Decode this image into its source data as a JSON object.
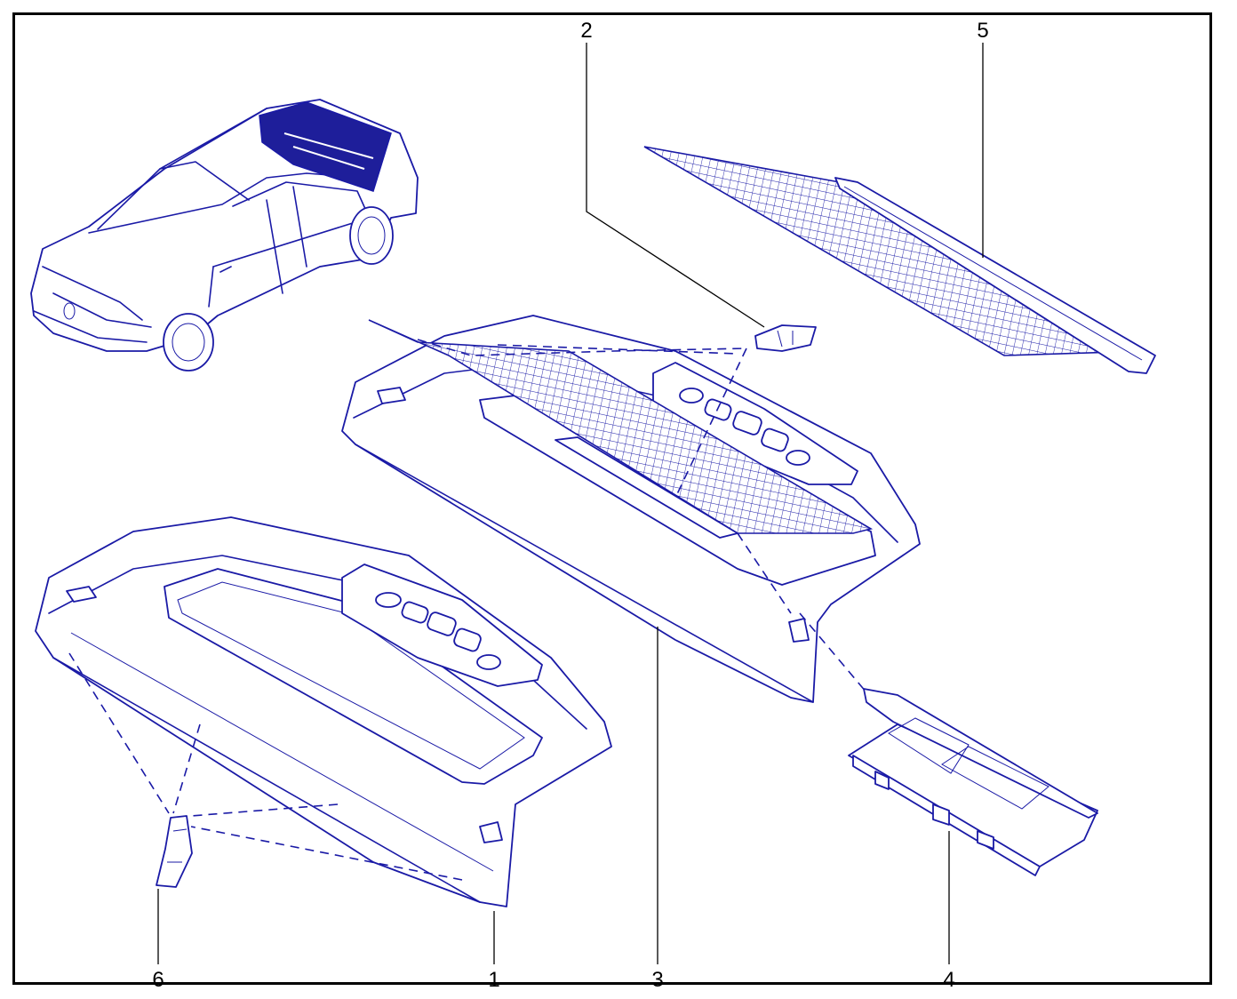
{
  "diagram": {
    "callouts": [
      {
        "id": "c6",
        "label": "6"
      },
      {
        "id": "c1",
        "label": "1"
      },
      {
        "id": "c3",
        "label": "3"
      },
      {
        "id": "c4",
        "label": "4"
      },
      {
        "id": "c2",
        "label": "2"
      },
      {
        "id": "c5",
        "label": "5"
      }
    ],
    "line_color": "#1a1aa6",
    "frame_color": "#000000"
  }
}
